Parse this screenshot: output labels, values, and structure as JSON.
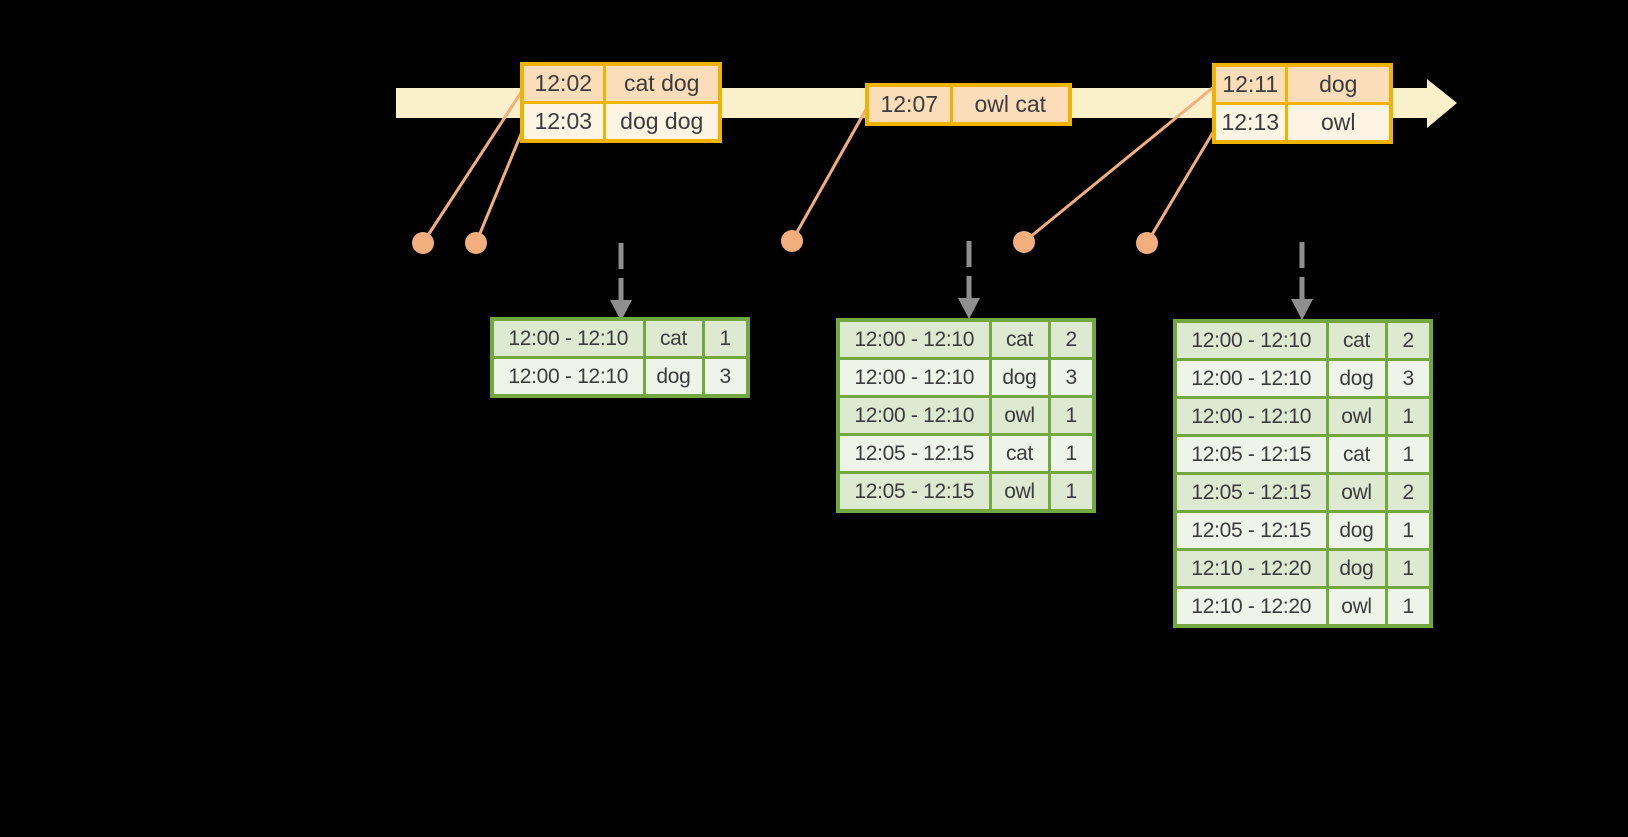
{
  "colors": {
    "background": "#000000",
    "timeline_fill": "#FAF0C9",
    "event_table_border": "#F0B400",
    "event_row_peach": "#FBDDBA",
    "event_row_cream": "#FDF4E4",
    "result_table_border": "#72A83F",
    "result_row_dark": "#DDE9D1",
    "result_row_light": "#EFF4EA",
    "marker_color": "#F2AE7D",
    "emit_arrow_color": "#8F8F8F",
    "text_color": "#3C3C3C"
  },
  "event_tables": [
    {
      "rows": [
        {
          "time": "12:02",
          "words": "cat dog"
        },
        {
          "time": "12:03",
          "words": "dog dog"
        }
      ]
    },
    {
      "rows": [
        {
          "time": "12:07",
          "words": "owl cat"
        }
      ]
    },
    {
      "rows": [
        {
          "time": "12:11",
          "words": "dog"
        },
        {
          "time": "12:13",
          "words": "owl"
        }
      ]
    }
  ],
  "result_tables": [
    {
      "rows": [
        {
          "window": "12:00 - 12:10",
          "word": "cat",
          "count": "1"
        },
        {
          "window": "12:00 - 12:10",
          "word": "dog",
          "count": "3"
        }
      ]
    },
    {
      "rows": [
        {
          "window": "12:00 - 12:10",
          "word": "cat",
          "count": "2"
        },
        {
          "window": "12:00 - 12:10",
          "word": "dog",
          "count": "3"
        },
        {
          "window": "12:00 - 12:10",
          "word": "owl",
          "count": "1"
        },
        {
          "window": "12:05 - 12:15",
          "word": "cat",
          "count": "1"
        },
        {
          "window": "12:05 - 12:15",
          "word": "owl",
          "count": "1"
        }
      ]
    },
    {
      "rows": [
        {
          "window": "12:00 - 12:10",
          "word": "cat",
          "count": "2"
        },
        {
          "window": "12:00 - 12:10",
          "word": "dog",
          "count": "3"
        },
        {
          "window": "12:00 - 12:10",
          "word": "owl",
          "count": "1"
        },
        {
          "window": "12:05 - 12:15",
          "word": "cat",
          "count": "1"
        },
        {
          "window": "12:05 - 12:15",
          "word": "owl",
          "count": "2"
        },
        {
          "window": "12:05 - 12:15",
          "word": "dog",
          "count": "1"
        },
        {
          "window": "12:10 - 12:20",
          "word": "dog",
          "count": "1"
        },
        {
          "window": "12:10 - 12:20",
          "word": "owl",
          "count": "1"
        }
      ]
    }
  ]
}
